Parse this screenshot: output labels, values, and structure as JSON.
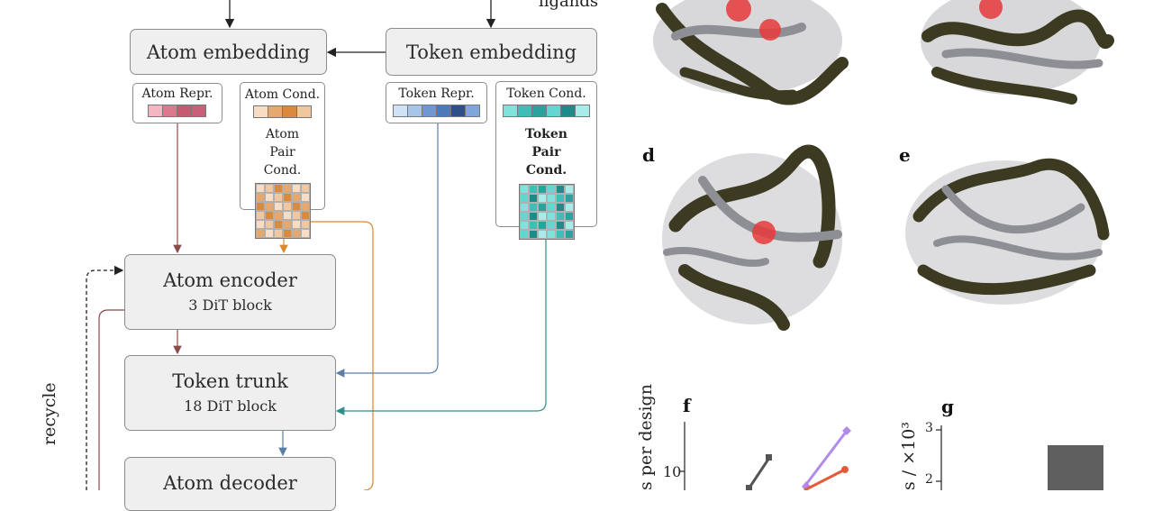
{
  "top_label": "ligands",
  "side_label": "recycle",
  "embedding": {
    "atom": "Atom embedding",
    "token": "Token embedding"
  },
  "cards": {
    "atom_repr": "Atom Repr.",
    "atom_cond": "Atom Cond.",
    "atom_pair_cond": "Atom Pair Cond.",
    "token_repr": "Token Repr.",
    "token_cond": "Token Cond.",
    "token_pair_cond": "Token Pair Cond."
  },
  "blocks": {
    "encoder_title": "Atom encoder",
    "encoder_sub": "3 DiT block",
    "trunk_title": "Token trunk",
    "trunk_sub": "18 DiT block",
    "decoder_title": "Atom decoder"
  },
  "panels": {
    "d": "d",
    "e": "e",
    "f": "f",
    "g": "g"
  },
  "plot_f": {
    "ylabel": "s per design",
    "tick": "10"
  },
  "plot_g": {
    "ylabel": "s / ×10³",
    "ticks": [
      "3",
      "2"
    ]
  },
  "colors": {
    "atom_repr": [
      "#f4b6c2",
      "#d97a8e",
      "#c45b72",
      "#c9607a"
    ],
    "atom_cond": [
      "#f8dcc4",
      "#e7a870",
      "#d98a3e",
      "#f2c79f"
    ],
    "token_repr": [
      "#cfe2f6",
      "#a5c6ea",
      "#6f98d0",
      "#4c79b8",
      "#2f4f88",
      "#7fa6d8"
    ],
    "token_cond": [
      "#7fe2dc",
      "#3fbdb7",
      "#2aa39f",
      "#63d6d2",
      "#1f8b88",
      "#a7ece8"
    ],
    "arrow_atom": "#8c4a4a",
    "arrow_cond_orange": "#d88a2e",
    "arrow_blue": "#5b7fa3",
    "arrow_teal": "#2e8f8c",
    "protein_dark": "#3d3a22",
    "protein_grey": "#8e8e95",
    "ligand": "#e8383a",
    "series_grey": "#555555",
    "series_purple": "#b28be8",
    "series_red": "#e35c3a",
    "bar": "#5f5f5f"
  }
}
